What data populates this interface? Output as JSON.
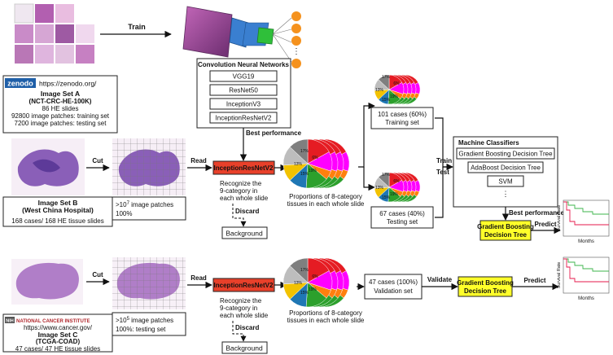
{
  "top": {
    "train_label": "Train",
    "zenodo_logo": "zenodo",
    "zenodo_url": "https://zenodo.org/",
    "set_a_title": "Image Set A",
    "set_a_name": "(NCT-CRC-HE-100K)",
    "set_a_slides": "86 HE slides",
    "set_a_train": "92800 image patches: training set",
    "set_a_test": "7200 image patches: testing set",
    "cnn_title": "Convolution Neural Networks",
    "cnn_models": [
      "VGG19",
      "ResNet50",
      "InceptionV3",
      "InceptionResNetV2"
    ],
    "best_performance": "Best performance"
  },
  "middle": {
    "cut_label": "Cut",
    "read_label": "Read",
    "model_label": "InceptionResNetV2",
    "patches_count": ">10",
    "patches_exp": "7",
    "patches_word": " image patches",
    "patches_pct": "100%",
    "recognize_1": "Recognize the",
    "recognize_2": "9-category  in",
    "recognize_3": "each whole slide",
    "discard_label": "Discard",
    "background_label": "Background",
    "proportions_1": "Proportions of 8-category",
    "proportions_2": "tissues in each whole slide",
    "set_b_title": "Image Set B",
    "set_b_name": "(West China Hospital)",
    "set_b_cases": "168 cases/ 168 HE tissue slides",
    "train_cases": "101 cases (60%)",
    "train_set": "Training set",
    "test_cases": "67 cases   (40%)",
    "test_set": "Testing set",
    "train_arrow": "Train",
    "test_arrow": "Test",
    "mc_title": "Machine Classifiers",
    "mc_models": [
      "Gradient Boosting Decision Tree",
      "AdaBoost Decision Tree",
      "SVM"
    ],
    "mc_more": "⋮",
    "best_performance": "Best performance",
    "gbdt_1": "Gradient Boosting",
    "gbdt_2": "Decision Tree",
    "predict_label": "Predict",
    "survival_label": "Survival Rate",
    "months_label": "Months"
  },
  "bottom": {
    "cut_label": "Cut",
    "read_label": "Read",
    "model_label": "InceptionResNetV2",
    "patches_count": ">10",
    "patches_exp": "5",
    "patches_word": " image patches",
    "patches_pct": "100%: testing set",
    "recognize_1": "Recognize the",
    "recognize_2": "9-category  in",
    "recognize_3": "each whole slide",
    "discard_label": "Discard",
    "background_label": "Background",
    "proportions_1": "Proportions of 8-category",
    "proportions_2": "tissues in each whole slide",
    "nci_badge": "NIH",
    "nci_name": "NATIONAL CANCER INSTITUTE",
    "nci_url": "https://www.cancer.gov/",
    "set_c_title": "Image Set C",
    "set_c_name": "(TCGA-COAD)",
    "set_c_cases": "47 cases/ 47 HE tissue slides",
    "validation_cases": "47 cases   (100%)",
    "validation_set": "Validation set",
    "validate_label": "Validate",
    "gbdt_1": "Gradient Boosting",
    "gbdt_2": "Decision Tree",
    "predict_label": "Predict",
    "survival_label": "Survival Rate",
    "months_label": "Months"
  },
  "pie_labels": [
    "17%",
    "6%",
    "13%",
    "19%",
    "15%"
  ],
  "colors": {
    "model_red": "#e8402a",
    "gbdt_yellow": "#ffff2a",
    "zenodo_blue": "#1f5fa8",
    "cnn_purple": "#a0488a",
    "cnn_blue": "#3a7fd0",
    "cnn_green": "#2fbf3a",
    "dot_orange": "#f5921e",
    "pie": [
      "#e51c23",
      "#ff00ff",
      "#ff7f0e",
      "#2ca02c",
      "#1f77b4",
      "#f2c200",
      "#bdbdbd",
      "#7f7f7f"
    ],
    "curve_green": "#3cb44b",
    "curve_red": "#e6194b"
  }
}
